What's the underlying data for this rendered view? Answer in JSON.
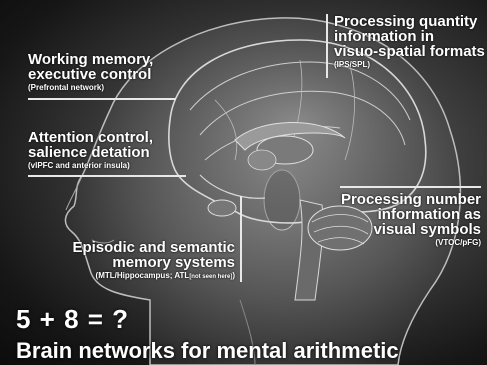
{
  "labels": {
    "working_memory": {
      "title_line1": "Working memory,",
      "title_line2": "executive control",
      "sub": "(Prefrontal network)"
    },
    "processing_quantity": {
      "title_line1": "Processing quantity",
      "title_line2": "information in",
      "title_line3": "visuo-spatial formats",
      "sub": "(IPS/SPL)"
    },
    "attention": {
      "title_line1": "Attention control,",
      "title_line2": "salience detation",
      "sub": "(vlPFC and anterior insula)"
    },
    "processing_number": {
      "title_line1": "Processing number",
      "title_line2": "information as",
      "title_line3": "visual symbols",
      "sub": "(VTOC/pFG)"
    },
    "episodic": {
      "title_line1": "Episodic and semantic",
      "title_line2": "memory systems",
      "sub_main": "(MTL/Hippocampus; ATL",
      "sub_small": "[not seen here]",
      "sub_end": ")"
    }
  },
  "equation": "5 + 8 = ?",
  "caption": "Brain networks for mental arithmetic"
}
